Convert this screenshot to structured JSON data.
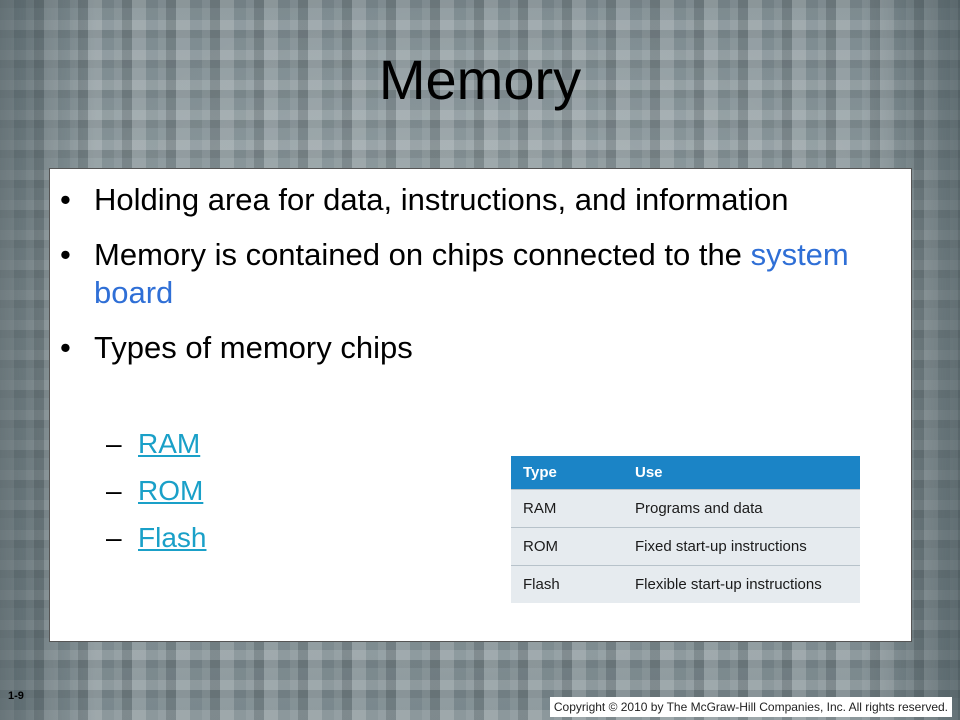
{
  "slide": {
    "title": "Memory",
    "bullets": [
      {
        "text": "Holding area for data, instructions, and information",
        "link": ""
      },
      {
        "text": "Memory is contained on chips connected to the",
        "link": "system board"
      },
      {
        "text": "Types of memory chips",
        "link": ""
      }
    ],
    "bullet_symbol": "•",
    "sub_dash": "–",
    "subitems": [
      "RAM",
      "ROM",
      "Flash"
    ],
    "table": {
      "headers": [
        "Type",
        "Use"
      ],
      "rows": [
        [
          "RAM",
          "Programs and data"
        ],
        [
          "ROM",
          "Fixed start-up instructions"
        ],
        [
          "Flash",
          "Flexible start-up instructions"
        ]
      ]
    },
    "slide_number": "1-9",
    "copyright": "Copyright © 2010 by The McGraw-Hill Companies, Inc. All rights reserved."
  },
  "colors": {
    "header_blue": "#1b84c6",
    "link_blue": "#2f6fd6",
    "sublink_cyan": "#1aa0c8",
    "table_row_bg": "#e6ebef"
  }
}
